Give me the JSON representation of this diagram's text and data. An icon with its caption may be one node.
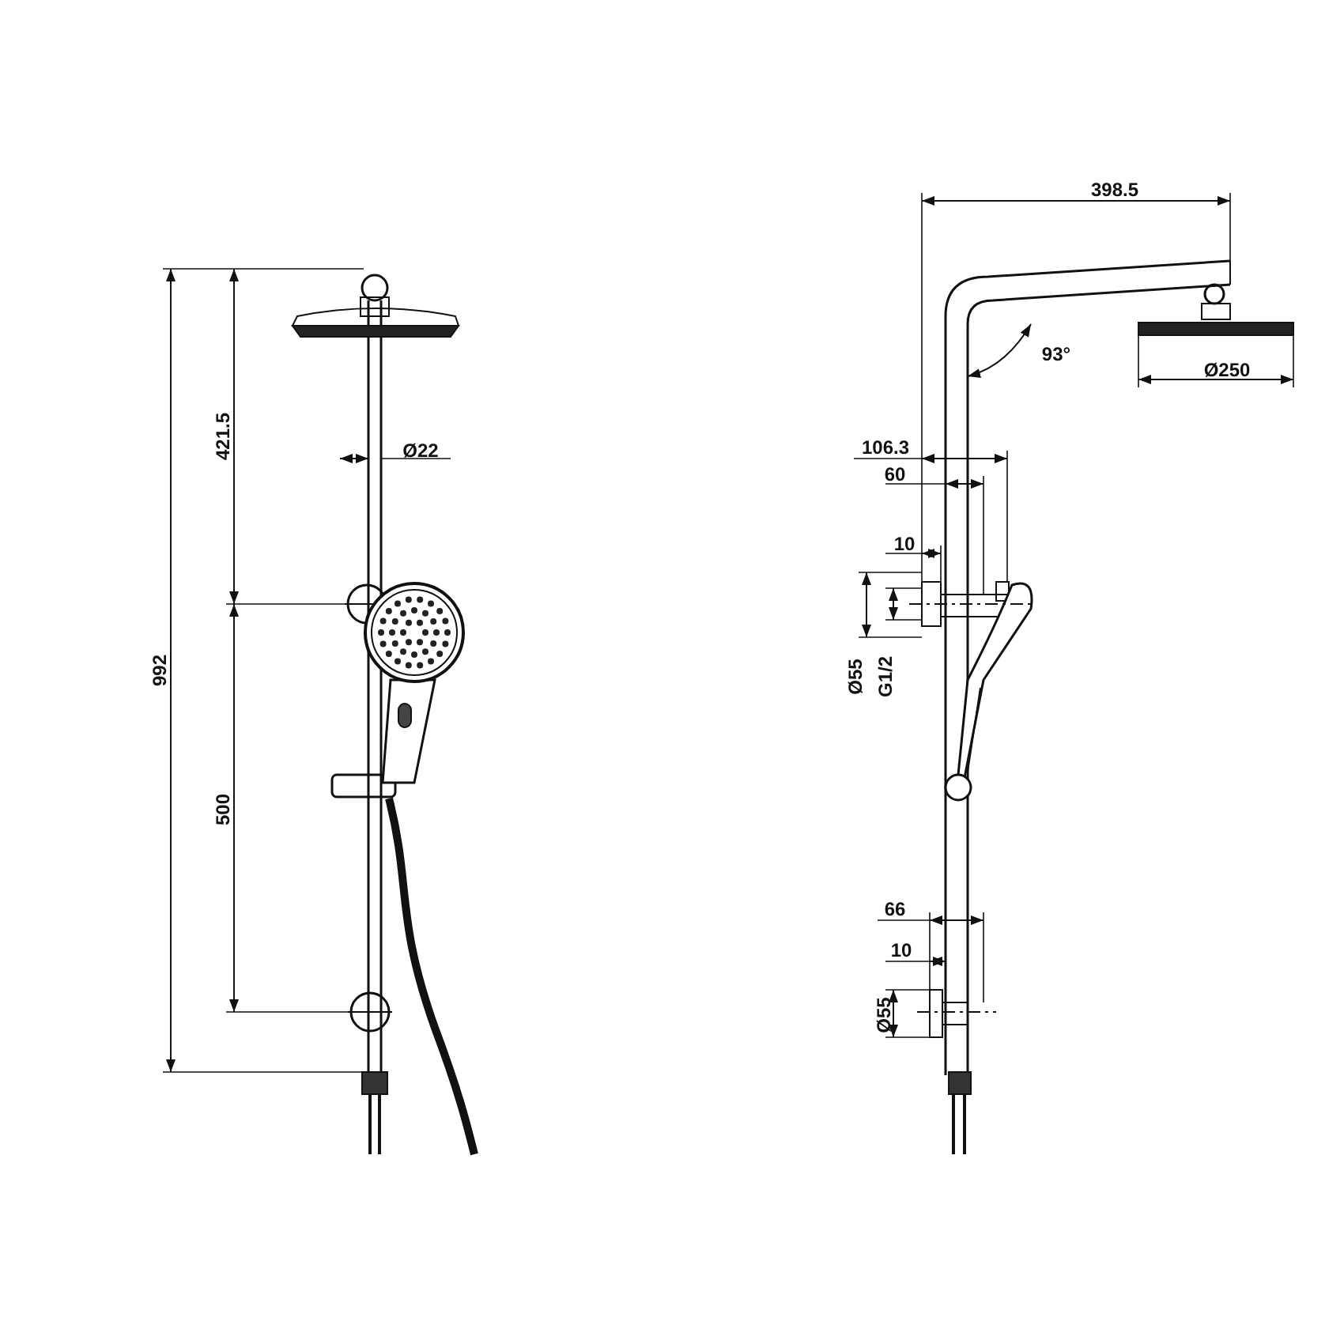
{
  "diagram": {
    "labels": [
      "992",
      "421.5",
      "500",
      "Ø22",
      "398.5",
      "93°",
      "Ø250",
      "106.3",
      "60",
      "10",
      "Ø55",
      "G1/2",
      "66",
      "10",
      "Ø55"
    ]
  }
}
